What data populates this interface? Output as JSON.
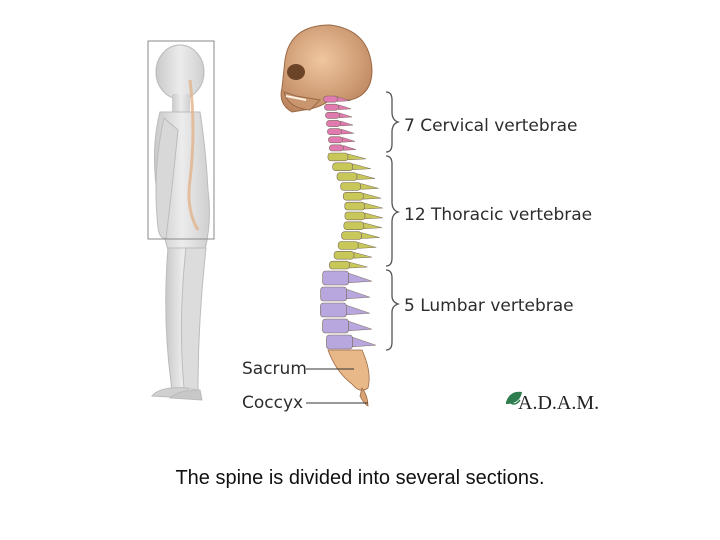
{
  "labels": {
    "cervical": "7 Cervical vertebrae",
    "thoracic": "12 Thoracic vertebrae",
    "lumbar": "5 Lumbar vertebrae",
    "sacrum": "Sacrum",
    "coccyx": "Coccyx"
  },
  "logo": "A.D.A.M.",
  "caption": "The spine is divided into several sections.",
  "colors": {
    "cervical": "#e07ab0",
    "thoracic": "#c8c85a",
    "lumbar": "#b7a7de",
    "sacrum": "#e8b889",
    "skull": "#d9a273",
    "body": "#d4d4d4",
    "bracket": "#555555",
    "logo_leaf": "#2e7d4f"
  },
  "counts": {
    "cervical": 7,
    "thoracic": 12,
    "lumbar": 5
  }
}
